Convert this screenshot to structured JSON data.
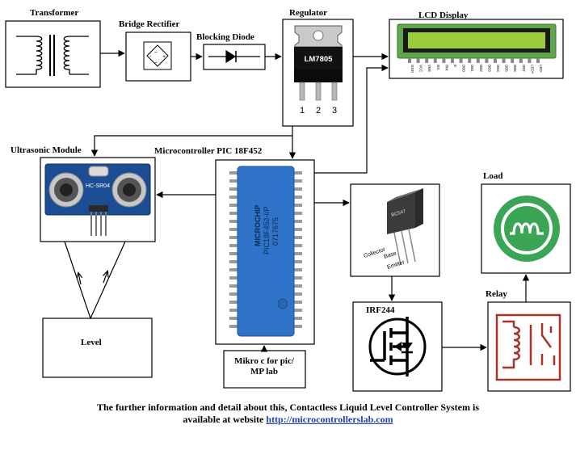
{
  "labels": {
    "transformer": "Transformer",
    "bridge_rectifier": "Bridge Rectifier",
    "blocking_diode": "Blocking Diode",
    "regulator": "Regulator",
    "lcd_display": "LCD Display",
    "ultrasonic_module": "Ultrasonic Module",
    "microcontroller": "Microcontroller PIC 18F452",
    "load": "Load",
    "relay": "Relay",
    "mosfet": "IRF244",
    "level": "Level",
    "software_line1": "Mikro c for pic/",
    "software_line2": "MP lab"
  },
  "regulator_chip": {
    "part": "LM7805",
    "pin1": "1",
    "pin2": "2",
    "pin3": "3"
  },
  "ultrasonic_chip": {
    "part": "HC-SR04"
  },
  "pic_chip": {
    "line1": "PIC18F452-I/P",
    "line2": "0717675",
    "brand": "MICROCHIP"
  },
  "transistor": {
    "part": "BC547",
    "collector": "Collector",
    "base": "Base",
    "emitter": "Emitter"
  },
  "lcd_pins": [
    "GND",
    "VCC",
    "VEE",
    "RS",
    "RW",
    "E",
    "DB0",
    "DB1",
    "DB2",
    "DB3",
    "DB4",
    "DB5",
    "DB6",
    "DB7",
    "LED+",
    "LED-"
  ],
  "footer": {
    "line1": "The further information and detail about this, Contactless Liquid Level Controller System is",
    "line2_prefix": "available at website",
    "link": "http://microcontrollerslab.com"
  },
  "colors": {
    "pic_body": "#2f74c8",
    "lcd_screen": "#9ccc3c",
    "load_green": "#3aa655",
    "relay_red": "#a8332a",
    "footer_link": "#1f3fbf"
  }
}
